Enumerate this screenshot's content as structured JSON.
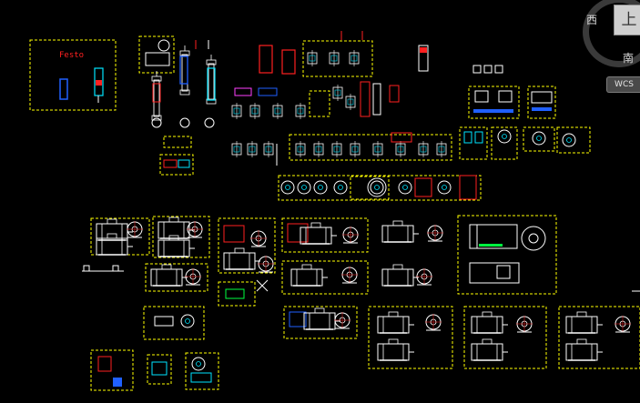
{
  "viewcube": {
    "face_label": "上",
    "west_label": "西",
    "south_label": "南"
  },
  "wcs_label": "WCS",
  "drawing": {
    "festo_text": "Festo"
  },
  "colors": {
    "background": "#000000",
    "frame": "#ffff00",
    "lines": "#ffffff",
    "red": "#ff2020",
    "cyan": "#00e5ff",
    "green": "#00ff40",
    "blue": "#2060ff",
    "magenta": "#ff40ff"
  }
}
